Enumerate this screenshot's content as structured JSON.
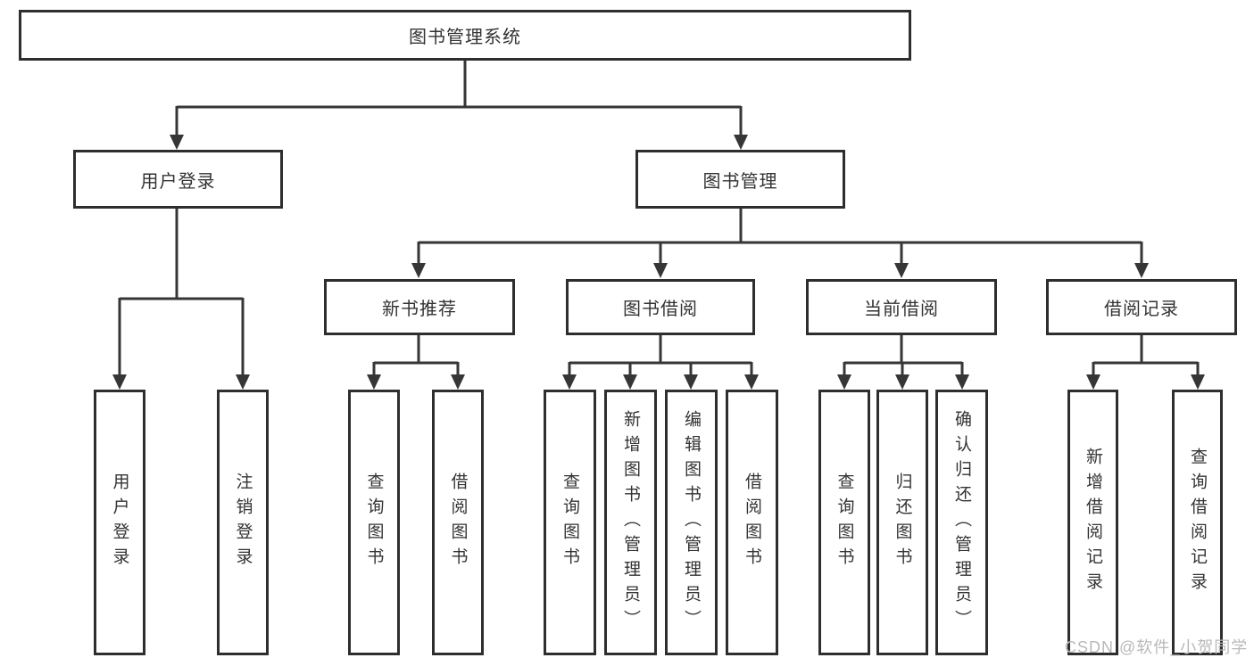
{
  "diagram": {
    "root": {
      "label": "图书管理系统"
    },
    "level2": [
      {
        "label": "用户登录"
      },
      {
        "label": "图书管理"
      }
    ],
    "level3": [
      {
        "label": "新书推荐",
        "parent": "图书管理"
      },
      {
        "label": "图书借阅",
        "parent": "图书管理"
      },
      {
        "label": "当前借阅",
        "parent": "图书管理"
      },
      {
        "label": "借阅记录",
        "parent": "图书管理"
      }
    ],
    "leaves": [
      {
        "label": "用户登录",
        "parent": "用户登录"
      },
      {
        "label": "注销登录",
        "parent": "用户登录"
      },
      {
        "label": "查询图书",
        "parent": "新书推荐"
      },
      {
        "label": "借阅图书",
        "parent": "新书推荐"
      },
      {
        "label": "查询图书",
        "parent": "图书借阅"
      },
      {
        "label": "新增图书（管理员）",
        "parent": "图书借阅"
      },
      {
        "label": "编辑图书（管理员）",
        "parent": "图书借阅"
      },
      {
        "label": "借阅图书",
        "parent": "图书借阅"
      },
      {
        "label": "查询图书",
        "parent": "当前借阅"
      },
      {
        "label": "归还图书",
        "parent": "当前借阅"
      },
      {
        "label": "确认归还（管理员）",
        "parent": "当前借阅"
      },
      {
        "label": "新增借阅记录",
        "parent": "借阅记录"
      },
      {
        "label": "查询借阅记录",
        "parent": "借阅记录"
      }
    ],
    "watermark": "CSDN @软件_小贺同学",
    "colors": {
      "line": "#363636",
      "box_border": "#2e2e2e",
      "text": "#333333",
      "watermark": "#b9b9b9",
      "background": "#ffffff"
    }
  }
}
